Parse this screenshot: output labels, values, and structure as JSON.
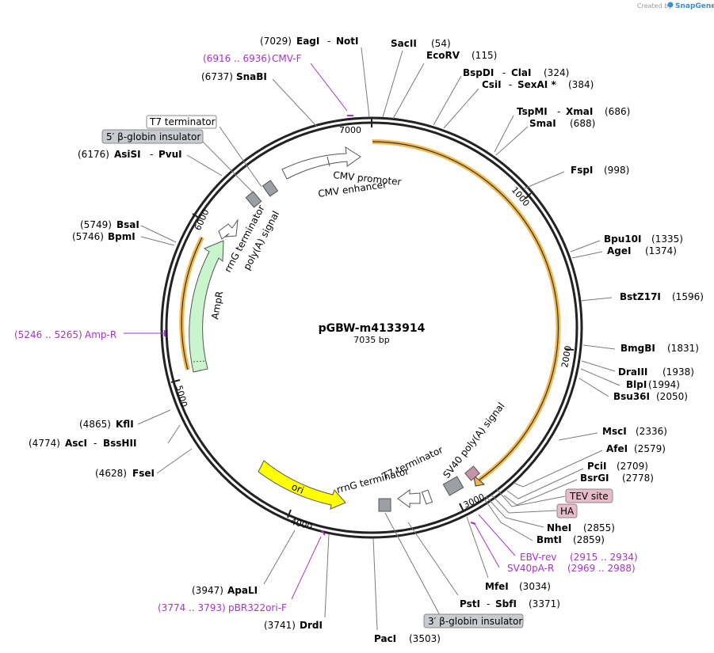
{
  "credit": {
    "created_by": "Created by",
    "app": "SnapGene"
  },
  "plasmid": {
    "name": "pGBW-m4133914",
    "length_label": "7035 bp"
  },
  "ticks": [
    "1000",
    "2000",
    "3000",
    "4000",
    "5000",
    "6000",
    "7000"
  ],
  "sites": {
    "eagi_notI": {
      "pos": "(7029)",
      "name": "EagI",
      "name2": "NotI"
    },
    "sacii": {
      "name": "SacII",
      "pos": "(54)"
    },
    "ecorv": {
      "name": "EcoRV",
      "pos": "(115)"
    },
    "bspdi_clai": {
      "name": "BspDI",
      "name2": "ClaI",
      "pos": "(324)"
    },
    "csii_sexai": {
      "name": "CsiI",
      "name2": "SexAI *",
      "pos": "(384)"
    },
    "tspmi_xmai": {
      "name": "TspMI",
      "name2": "XmaI",
      "pos": "(686)"
    },
    "smai": {
      "name": "SmaI",
      "pos": "(688)"
    },
    "fspi": {
      "name": "FspI",
      "pos": "(998)"
    },
    "bpu10i": {
      "name": "Bpu10I",
      "pos": "(1335)"
    },
    "agei": {
      "name": "AgeI",
      "pos": "(1374)"
    },
    "bstz17i": {
      "name": "BstZ17I",
      "pos": "(1596)"
    },
    "bmgbi": {
      "name": "BmgBI",
      "pos": "(1831)"
    },
    "draiii": {
      "name": "DraIII",
      "pos": "(1938)"
    },
    "blpi": {
      "name": "BlpI",
      "pos": "(1994)"
    },
    "bsu36i": {
      "name": "Bsu36I",
      "pos": "(2050)"
    },
    "msci": {
      "name": "MscI",
      "pos": "(2336)"
    },
    "afei": {
      "name": "AfeI",
      "pos": "(2579)"
    },
    "pcii": {
      "name": "PciI",
      "pos": "(2709)"
    },
    "bsrgi": {
      "name": "BsrGI",
      "pos": "(2778)"
    },
    "nhei": {
      "name": "NheI",
      "pos": "(2855)"
    },
    "bmti": {
      "name": "BmtI",
      "pos": "(2859)"
    },
    "mfei": {
      "name": "MfeI",
      "pos": "(3034)"
    },
    "psti_sbfi": {
      "name": "PstI",
      "name2": "SbfI",
      "pos": "(3371)"
    },
    "paci": {
      "name": "PacI",
      "pos": "(3503)"
    },
    "drdi": {
      "pos": "(3741)",
      "name": "DrdI"
    },
    "apali": {
      "pos": "(3947)",
      "name": "ApaLI"
    },
    "fsei": {
      "pos": "(4628)",
      "name": "FseI"
    },
    "asci_bsshii": {
      "pos": "(4774)",
      "name": "AscI",
      "name2": "BssHII"
    },
    "kfli": {
      "pos": "(4865)",
      "name": "KflI"
    },
    "bpmi": {
      "pos": "(5746)",
      "name": "BpmI"
    },
    "bsai": {
      "pos": "(5749)",
      "name": "BsaI"
    },
    "asisi_pvui": {
      "pos": "(6176)",
      "name": "AsiSI",
      "name2": "PvuI"
    },
    "snabi": {
      "pos": "(6737)",
      "name": "SnaBI"
    }
  },
  "primers": {
    "cmv_f": {
      "range": "(6916 .. 6936)",
      "name": "CMV-F"
    },
    "amp_r": {
      "range": "(5246 .. 5265)",
      "name": "Amp-R"
    },
    "ebv_rev": {
      "name": "EBV-rev",
      "range": "(2915 .. 2934)"
    },
    "sv40pa_r": {
      "name": "SV40pA-R",
      "range": "(2969 .. 2988)"
    },
    "pbr322ori_f": {
      "range": "(3774 .. 3793)",
      "name": "pBR322ori-F"
    }
  },
  "boxed_labels": {
    "t7_terminator_top": "T7 terminator",
    "beta_globin_5": "5′ β-globin insulator",
    "tev_site": "TEV site",
    "ha": "HA",
    "beta_globin_3": "3′ β-globin insulator"
  },
  "features": {
    "cmv_promoter": "CMV promoter",
    "cmv_enhancer": "CMV enhancer",
    "rrng_terminator_top": "rrnG terminator",
    "polya_signal": "poly(A) signal",
    "ampr": "AmpR",
    "ori": "ori",
    "rrng_terminator_bottom": "rrnG terminator",
    "t7_terminator_bottom": "T7 terminator",
    "sv40_polya": "SV40 poly(A) signal"
  },
  "colors": {
    "backbone": "#222222",
    "orf_highlight": "#f2b84b",
    "ampr_fill": "#c8f5cc",
    "ori_fill": "#ffff00",
    "terminator_fill": "#9aa0a6",
    "primer": "#a533cc",
    "tag_fill": "#e8bcc8"
  }
}
